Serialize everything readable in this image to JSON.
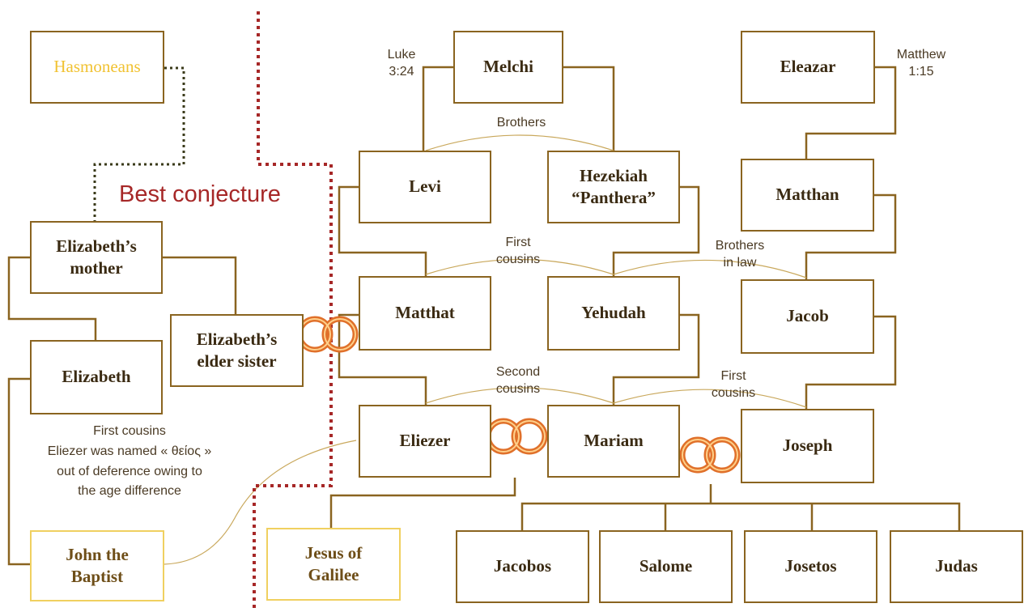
{
  "nodes": {
    "hasmoneans": "Hasmoneans",
    "melchi": "Melchi",
    "eleazar": "Eleazar",
    "levi": "Levi",
    "hezekiah": "Hezekiah\n“Panthera”",
    "matthan": "Matthan",
    "elizabeths_mother": "Elizabeth’s\nmother",
    "elizabeths_elder_sister": "Elizabeth’s\nelder sister",
    "elizabeth": "Elizabeth",
    "matthat": "Matthat",
    "yehudah": "Yehudah",
    "jacob": "Jacob",
    "eliezer": "Eliezer",
    "mariam": "Mariam",
    "joseph": "Joseph",
    "john_the_baptist": "John the\nBaptist",
    "jesus_of_galilee": "Jesus of\nGalilee",
    "jacobos": "Jacobos",
    "salome": "Salome",
    "josetos": "Josetos",
    "judas": "Judas"
  },
  "labels": {
    "luke_ref": "Luke\n3:24",
    "matthew_ref": "Matthew\n1:15",
    "brothers": "Brothers",
    "first_cousins_top": "First\ncousins",
    "brothers_in_law": "Brothers\nin law",
    "second_cousins": "Second\ncousins",
    "first_cousins_right": "First\ncousins",
    "best_conjecture": "Best conjecture"
  },
  "note": {
    "line1": "First cousins",
    "line2": "Eliezer was named « θείος »",
    "line3": "out of deference owing to",
    "line4": "the age difference"
  },
  "colors": {
    "box_border": "#8a6420",
    "gold_border": "#f0d060",
    "hasmoneans_text": "#f1c232",
    "conjecture_red": "#a62727",
    "ring_orange": "#e0702a"
  }
}
